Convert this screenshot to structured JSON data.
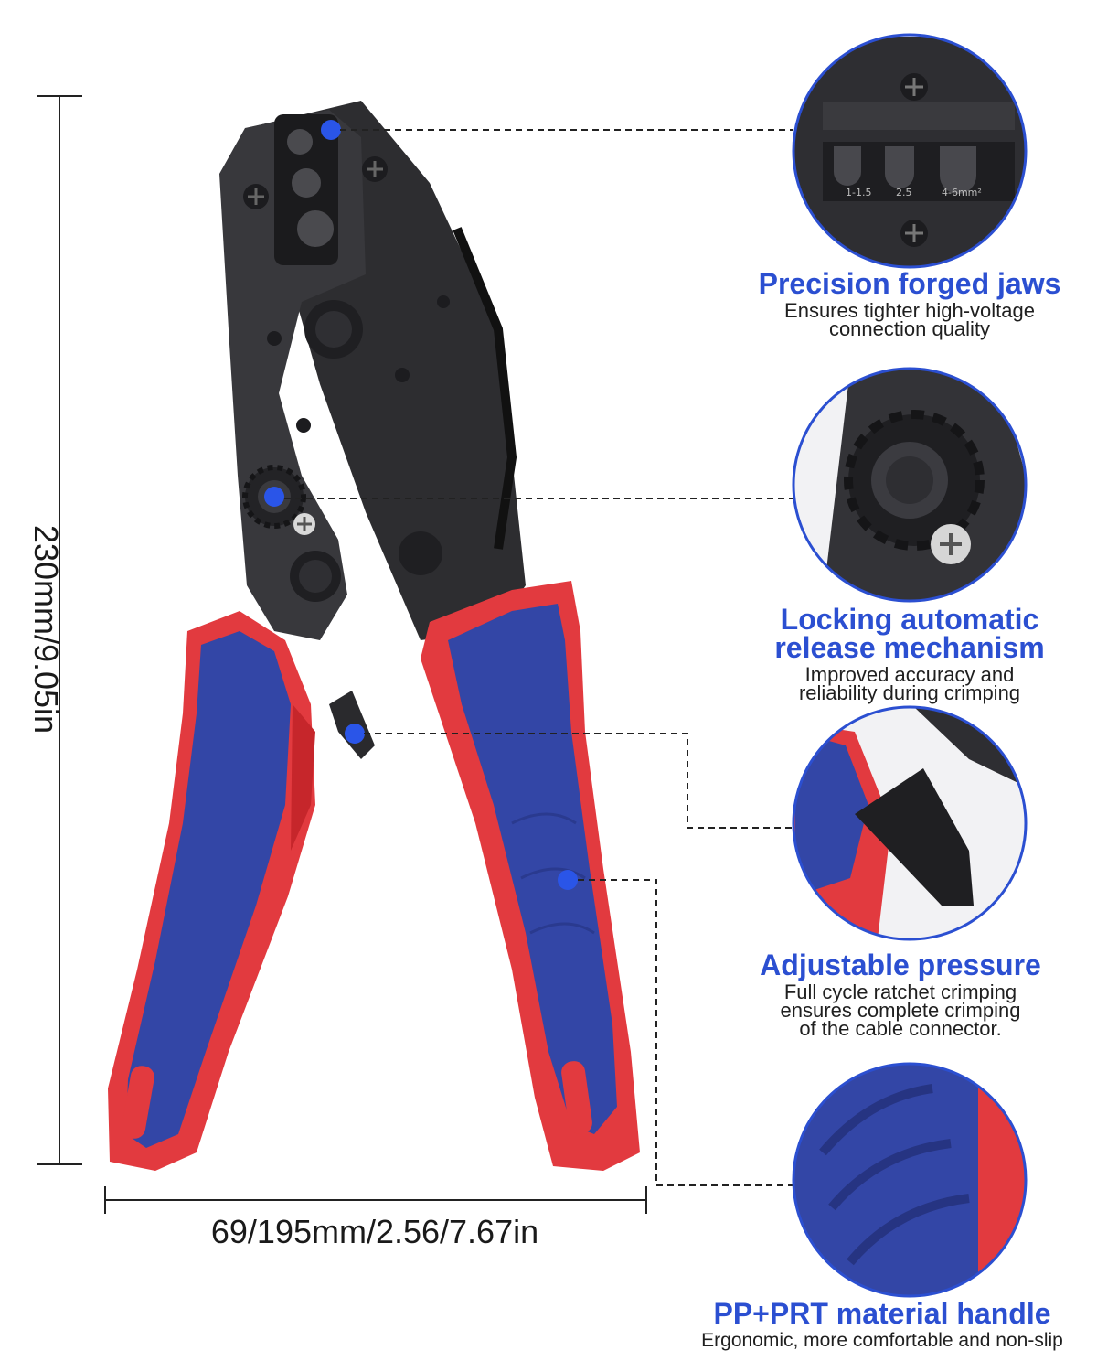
{
  "dimensions": {
    "height_label": "230mm/9.05in",
    "width_label": "69/195mm/2.56/7.67in"
  },
  "features": [
    {
      "title": "Precision forged jaws",
      "desc_lines": [
        "Ensures tighter high-voltage",
        "connection quality"
      ]
    },
    {
      "title_lines": [
        "Locking automatic",
        "release mechanism"
      ],
      "desc_lines": [
        "Improved accuracy and",
        "reliability during crimping"
      ]
    },
    {
      "title": "Adjustable pressure",
      "desc_lines": [
        "Full cycle ratchet crimping",
        "ensures complete crimping",
        "of the cable connector."
      ]
    },
    {
      "title": "PP+PRT material handle",
      "desc_lines": [
        "Ergonomic, more comfortable and non-slip"
      ]
    }
  ],
  "jaw_markings": [
    "1-1.5",
    "2.5",
    "4-6mm²"
  ],
  "colors": {
    "title_blue": "#2b4fd1",
    "marker_blue": "#2a55e8",
    "handle_blue": "#3346a6",
    "handle_red": "#e23a3f",
    "tool_black": "#2d2d30"
  }
}
